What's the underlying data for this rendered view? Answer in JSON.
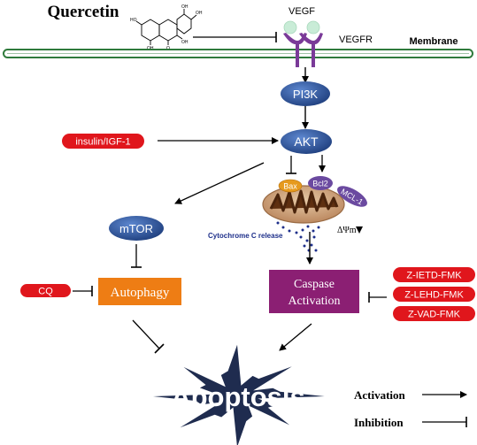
{
  "drug": {
    "name": "Quercetin"
  },
  "membrane": {
    "label": "Membrane"
  },
  "receptor": {
    "ligand": "VEGF",
    "receptor": "VEGFR"
  },
  "nodes": {
    "pi3k": "PI3K",
    "akt": "AKT",
    "mtor": "mTOR",
    "insulin": "insulin/IGF-1",
    "bax": "Bax",
    "bcl2": "Bcl2",
    "mcl1": "MCL-1",
    "cytochrome": "Cytochrome C release",
    "delta_psi": "ΔΨm",
    "cq": "CQ",
    "autophagy": "Autophagy",
    "caspase_line1": "Caspase",
    "caspase_line2": "Activation",
    "inhibitors": [
      "Z-IETD-FMK",
      "Z-LEHD-FMK",
      "Z-VAD-FMK"
    ],
    "apoptosis": "Apoptosis"
  },
  "legend": {
    "activation": "Activation",
    "inhibition": "Inhibition"
  },
  "colors": {
    "oval_blue": "#2e57a0",
    "pill_red": "#e0161c",
    "orange": "#ee7d14",
    "purple": "#8b1f73",
    "membrane_green": "#2f7a3c",
    "receptor_purple": "#7a3a98",
    "navy_star": "#1f2c4f"
  }
}
